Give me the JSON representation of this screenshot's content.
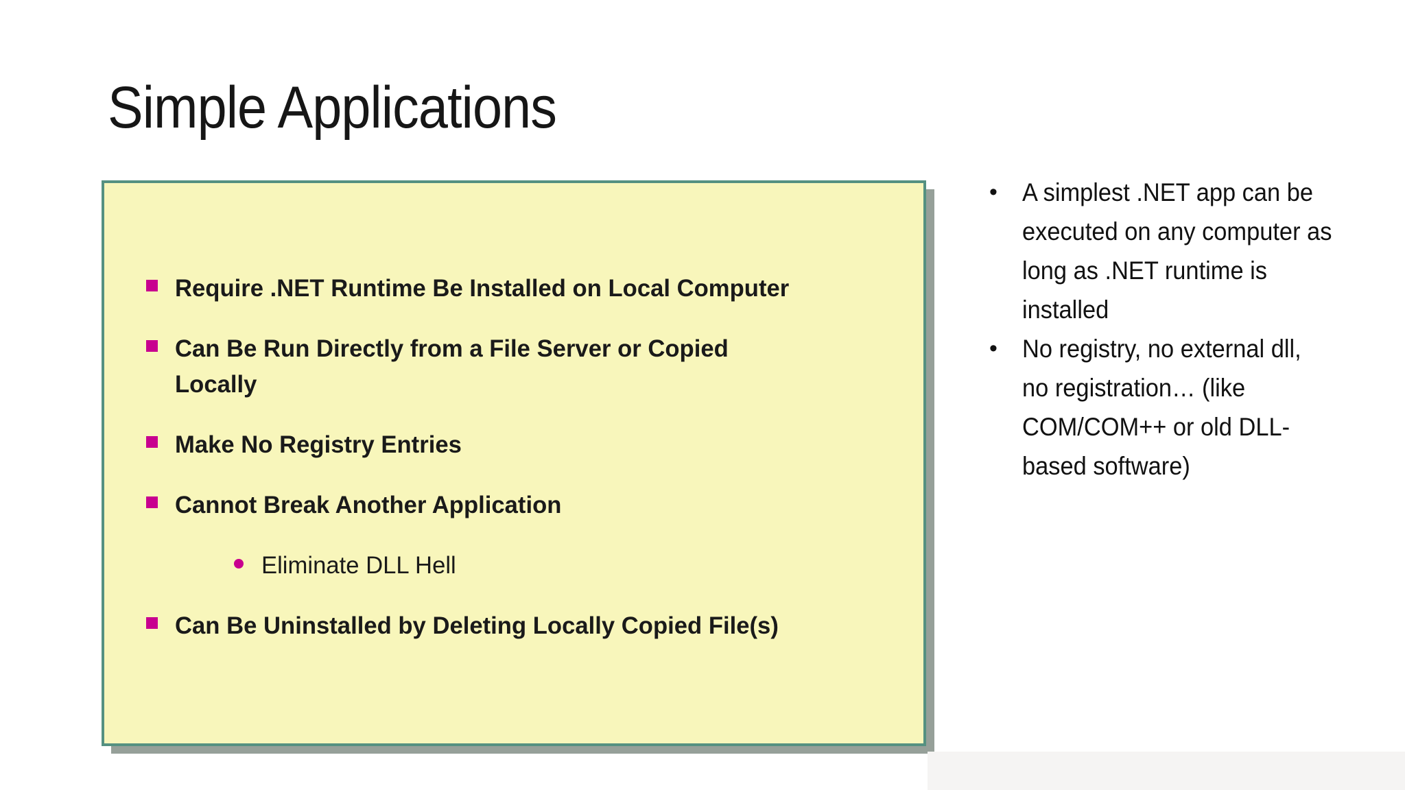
{
  "slide": {
    "title": "Simple Applications",
    "box_items": [
      {
        "bullet": "square",
        "text": "Require .NET Runtime Be Installed on Local Computer"
      },
      {
        "bullet": "square",
        "text": "Can Be Run Directly from a File Server or Copied\nLocally"
      },
      {
        "bullet": "square",
        "text": "Make No Registry Entries"
      },
      {
        "bullet": "square",
        "text": "Cannot Break Another Application"
      },
      {
        "bullet": "dot",
        "text": "Eliminate DLL Hell"
      },
      {
        "bullet": "square",
        "text": "Can Be Uninstalled by Deleting Locally Copied File(s)"
      }
    ],
    "notes": [
      {
        "bullet": "•",
        "text": "A simplest .NET app can be\nexecuted on any computer as\nlong as .NET runtime is\ninstalled"
      },
      {
        "bullet": "•",
        "text": "No registry, no external dll,\nno registration… (like\nCOM/COM++ or old DLL-\nbased software)"
      }
    ],
    "colors": {
      "box_background": "#f8f6bb",
      "box_border": "#559181",
      "box_shadow": "#96a099",
      "bullet_accent": "#c8008f",
      "text": "#1a1a1a"
    }
  }
}
